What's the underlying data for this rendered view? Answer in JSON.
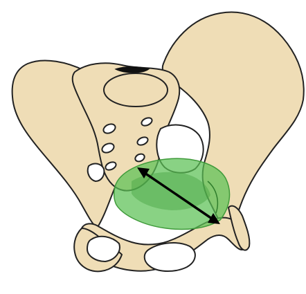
{
  "colors": {
    "background": "#ffffff",
    "bone_fill": "#efddb6",
    "outline": "#222222",
    "inlet_plane": "#5cc055",
    "inlet_plane_dark": "#3f9a3a",
    "diameter_arrow": "#000000"
  },
  "icons": {
    "illustration": "pelvis-illustration",
    "plane": "pelvic-inlet-plane",
    "measure": "oblique-diameter-arrow"
  }
}
